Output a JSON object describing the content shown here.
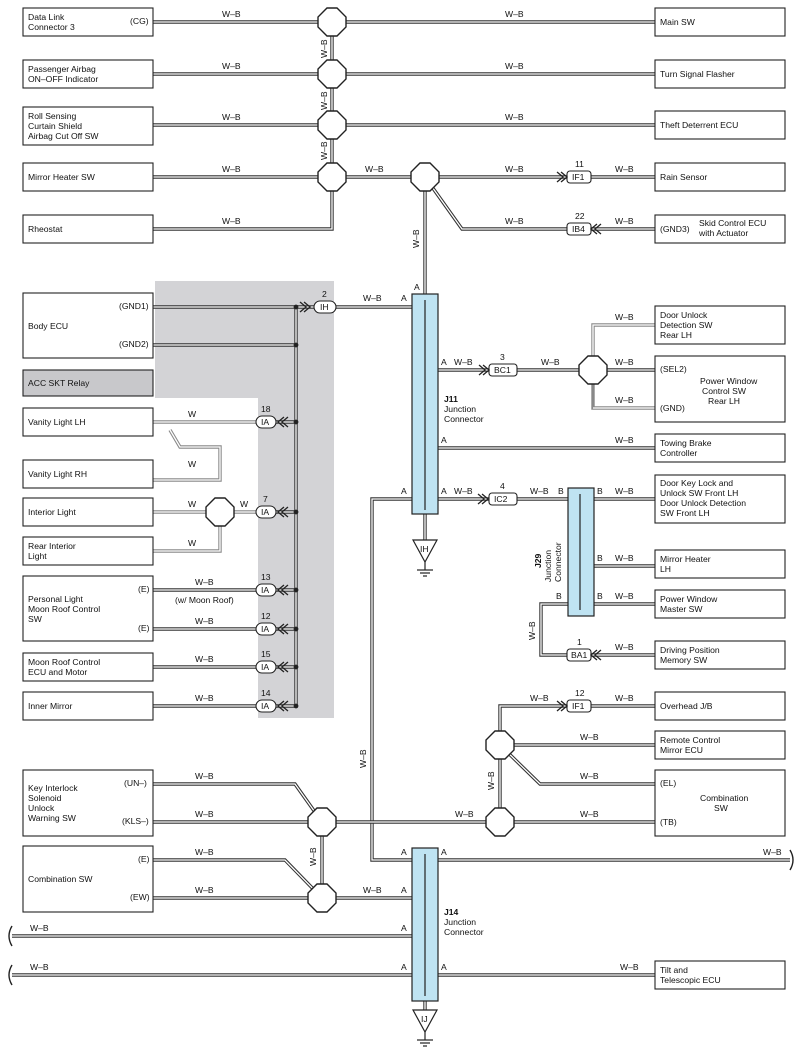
{
  "wire_color": "W–B",
  "wire_color_white": "W",
  "left_devices": {
    "dlc3": {
      "label1": "Data Link",
      "label2": "Connector 3",
      "pin": "(CG)"
    },
    "airbag": {
      "label1": "Passenger Airbag",
      "label2": "ON–OFF Indicator"
    },
    "rollsensing": {
      "label1": "Roll Sensing",
      "label2": "Curtain Shield",
      "label3": "Airbag Cut Off SW"
    },
    "mirror_heater_sw": {
      "label": "Mirror Heater SW"
    },
    "rheostat": {
      "label": "Rheostat"
    },
    "body_ecu": {
      "label": "Body ECU",
      "pin1": "(GND1)",
      "pin2": "(GND2)"
    },
    "acc_skt": {
      "label": "ACC SKT Relay"
    },
    "vanity_lh": {
      "label": "Vanity Light LH"
    },
    "vanity_rh": {
      "label": "Vanity Light RH"
    },
    "interior_light": {
      "label": "Interior Light"
    },
    "rear_interior": {
      "label1": "Rear Interior",
      "label2": "Light"
    },
    "personal_light": {
      "label1": "Personal Light",
      "label2": "Moon Roof Control",
      "label3": "SW",
      "pin": "(E)",
      "note": "(w/ Moon Roof)"
    },
    "moon_roof_ecu": {
      "label1": "Moon Roof Control",
      "label2": "ECU and Motor"
    },
    "inner_mirror": {
      "label": "Inner Mirror"
    },
    "key_interlock": {
      "label1": "Key Interlock",
      "label2": "Solenoid",
      "label3": "Unlock",
      "label4": "Warning SW",
      "pin1": "(UN–)",
      "pin2": "(KLS–)"
    },
    "combination_sw": {
      "label": "Combination SW",
      "pin1": "(E)",
      "pin2": "(EW)"
    }
  },
  "right_devices": {
    "main_sw": {
      "label": "Main SW"
    },
    "turn_signal": {
      "label": "Turn Signal Flasher"
    },
    "theft": {
      "label": "Theft Deterrent ECU"
    },
    "rain": {
      "label": "Rain Sensor"
    },
    "skid": {
      "label1": "Skid Control ECU",
      "label2": "with Actuator",
      "pin": "(GND3)"
    },
    "door_unlock": {
      "label1": "Door Unlock",
      "label2": "Detection SW",
      "label3": "Rear LH"
    },
    "pw_rear": {
      "label1": "Power Window",
      "label2": "Control SW",
      "label3": "Rear LH",
      "pin1": "(SEL2)",
      "pin2": "(GND)"
    },
    "towing": {
      "label1": "Towing Brake",
      "label2": "Controller"
    },
    "door_key": {
      "label1": "Door Key Lock and",
      "label2": "Unlock SW Front LH",
      "label3": "Door Unlock Detection",
      "label4": "SW Front LH"
    },
    "mirror_heater_lh": {
      "label1": "Mirror Heater",
      "label2": "LH"
    },
    "pw_master": {
      "label1": "Power Window",
      "label2": "Master SW"
    },
    "driving_pos": {
      "label1": "Driving Position",
      "label2": "Memory SW"
    },
    "overhead": {
      "label": "Overhead J/B"
    },
    "remote_mirror": {
      "label1": "Remote Control",
      "label2": "Mirror ECU"
    },
    "combination_sw2": {
      "label1": "Combination",
      "label2": "SW",
      "pin1": "(EL)",
      "pin2": "(TB)"
    },
    "tilt": {
      "label1": "Tilt and",
      "label2": "Telescopic ECU"
    }
  },
  "connectors": {
    "if1a": {
      "num": "11",
      "code": "IF1"
    },
    "ib4": {
      "num": "22",
      "code": "IB4"
    },
    "ih": {
      "num": "2",
      "code": "IH"
    },
    "bc1": {
      "num": "3",
      "code": "BC1"
    },
    "ia18": {
      "num": "18",
      "code": "IA"
    },
    "ia7": {
      "num": "7",
      "code": "IA"
    },
    "ia13": {
      "num": "13",
      "code": "IA"
    },
    "ia12": {
      "num": "12",
      "code": "IA"
    },
    "ia15": {
      "num": "15",
      "code": "IA"
    },
    "ia14": {
      "num": "14",
      "code": "IA"
    },
    "ic2": {
      "num": "4",
      "code": "IC2"
    },
    "ba1": {
      "num": "1",
      "code": "BA1"
    },
    "if1b": {
      "num": "12",
      "code": "IF1"
    }
  },
  "junctions": {
    "j11": {
      "id": "J11",
      "l1": "Junction",
      "l2": "Connector",
      "pin": "A"
    },
    "j29": {
      "id": "J29",
      "l1": "Junction",
      "l2": "Connector",
      "pin": "B"
    },
    "j14": {
      "id": "J14",
      "l1": "Junction",
      "l2": "Connector",
      "pin": "A"
    }
  },
  "grounds": {
    "ih": "IH",
    "ij": "IJ"
  }
}
